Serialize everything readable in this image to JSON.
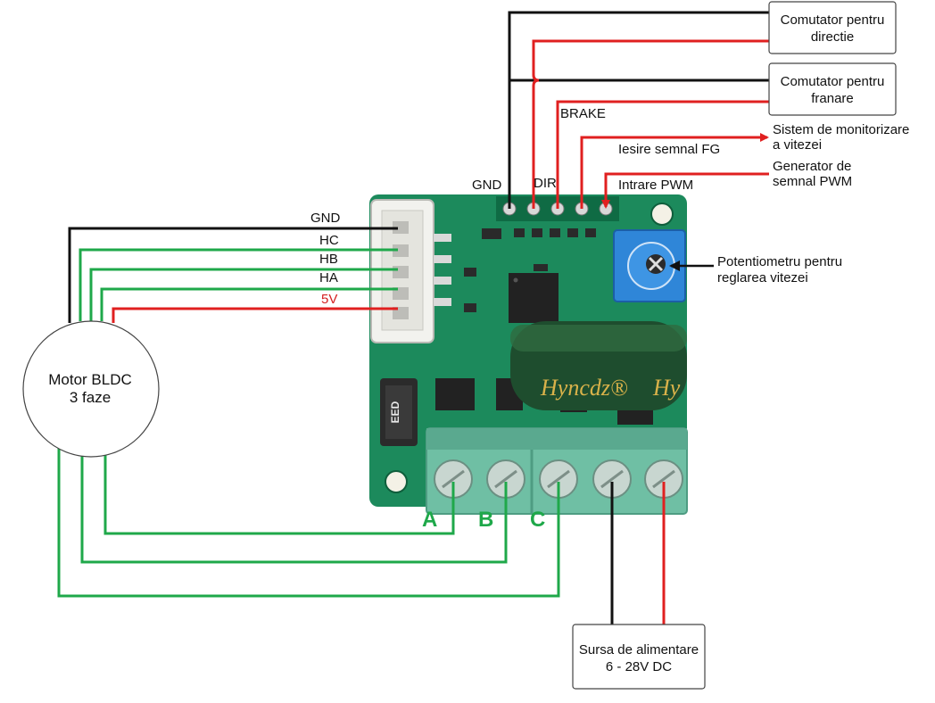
{
  "boxes": {
    "switch_direction": [
      "Comutator pentru",
      "directie"
    ],
    "switch_brake": [
      "Comutator pentru",
      "franare"
    ],
    "speed_monitor": [
      "Sistem de monitorizare",
      "a vitezei"
    ],
    "pwm_generator": [
      "Generator de",
      "semnal PWM"
    ],
    "potentiometer": [
      "Potentiometru pentru",
      "reglarea vitezei"
    ],
    "motor": [
      "Motor BLDC",
      "3 faze"
    ],
    "power_supply": [
      "Sursa de alimentare",
      "6 - 28V DC"
    ]
  },
  "signals": {
    "gnd_top": "GND",
    "dir": "DIR",
    "brake": "BRAKE",
    "fg_out": "Iesire semnal FG",
    "pwm_in": "Intrare PWM",
    "gnd_hall": "GND",
    "hc": "HC",
    "hb": "HB",
    "ha": "HA",
    "v5": "5V"
  },
  "phases": {
    "a": "A",
    "b": "B",
    "c": "C"
  },
  "board": {
    "capacitor_brand": "Hyncdz®",
    "capacitor_brand_2": "Hy",
    "resistor_code": "EED"
  },
  "colors": {
    "wire_black": "#111111",
    "wire_red": "#e02020",
    "wire_green": "#1fa84a",
    "pcb_green": "#1c8a5c",
    "terminal_green": "#6fbfa4",
    "pot_blue": "#2f86d8"
  }
}
